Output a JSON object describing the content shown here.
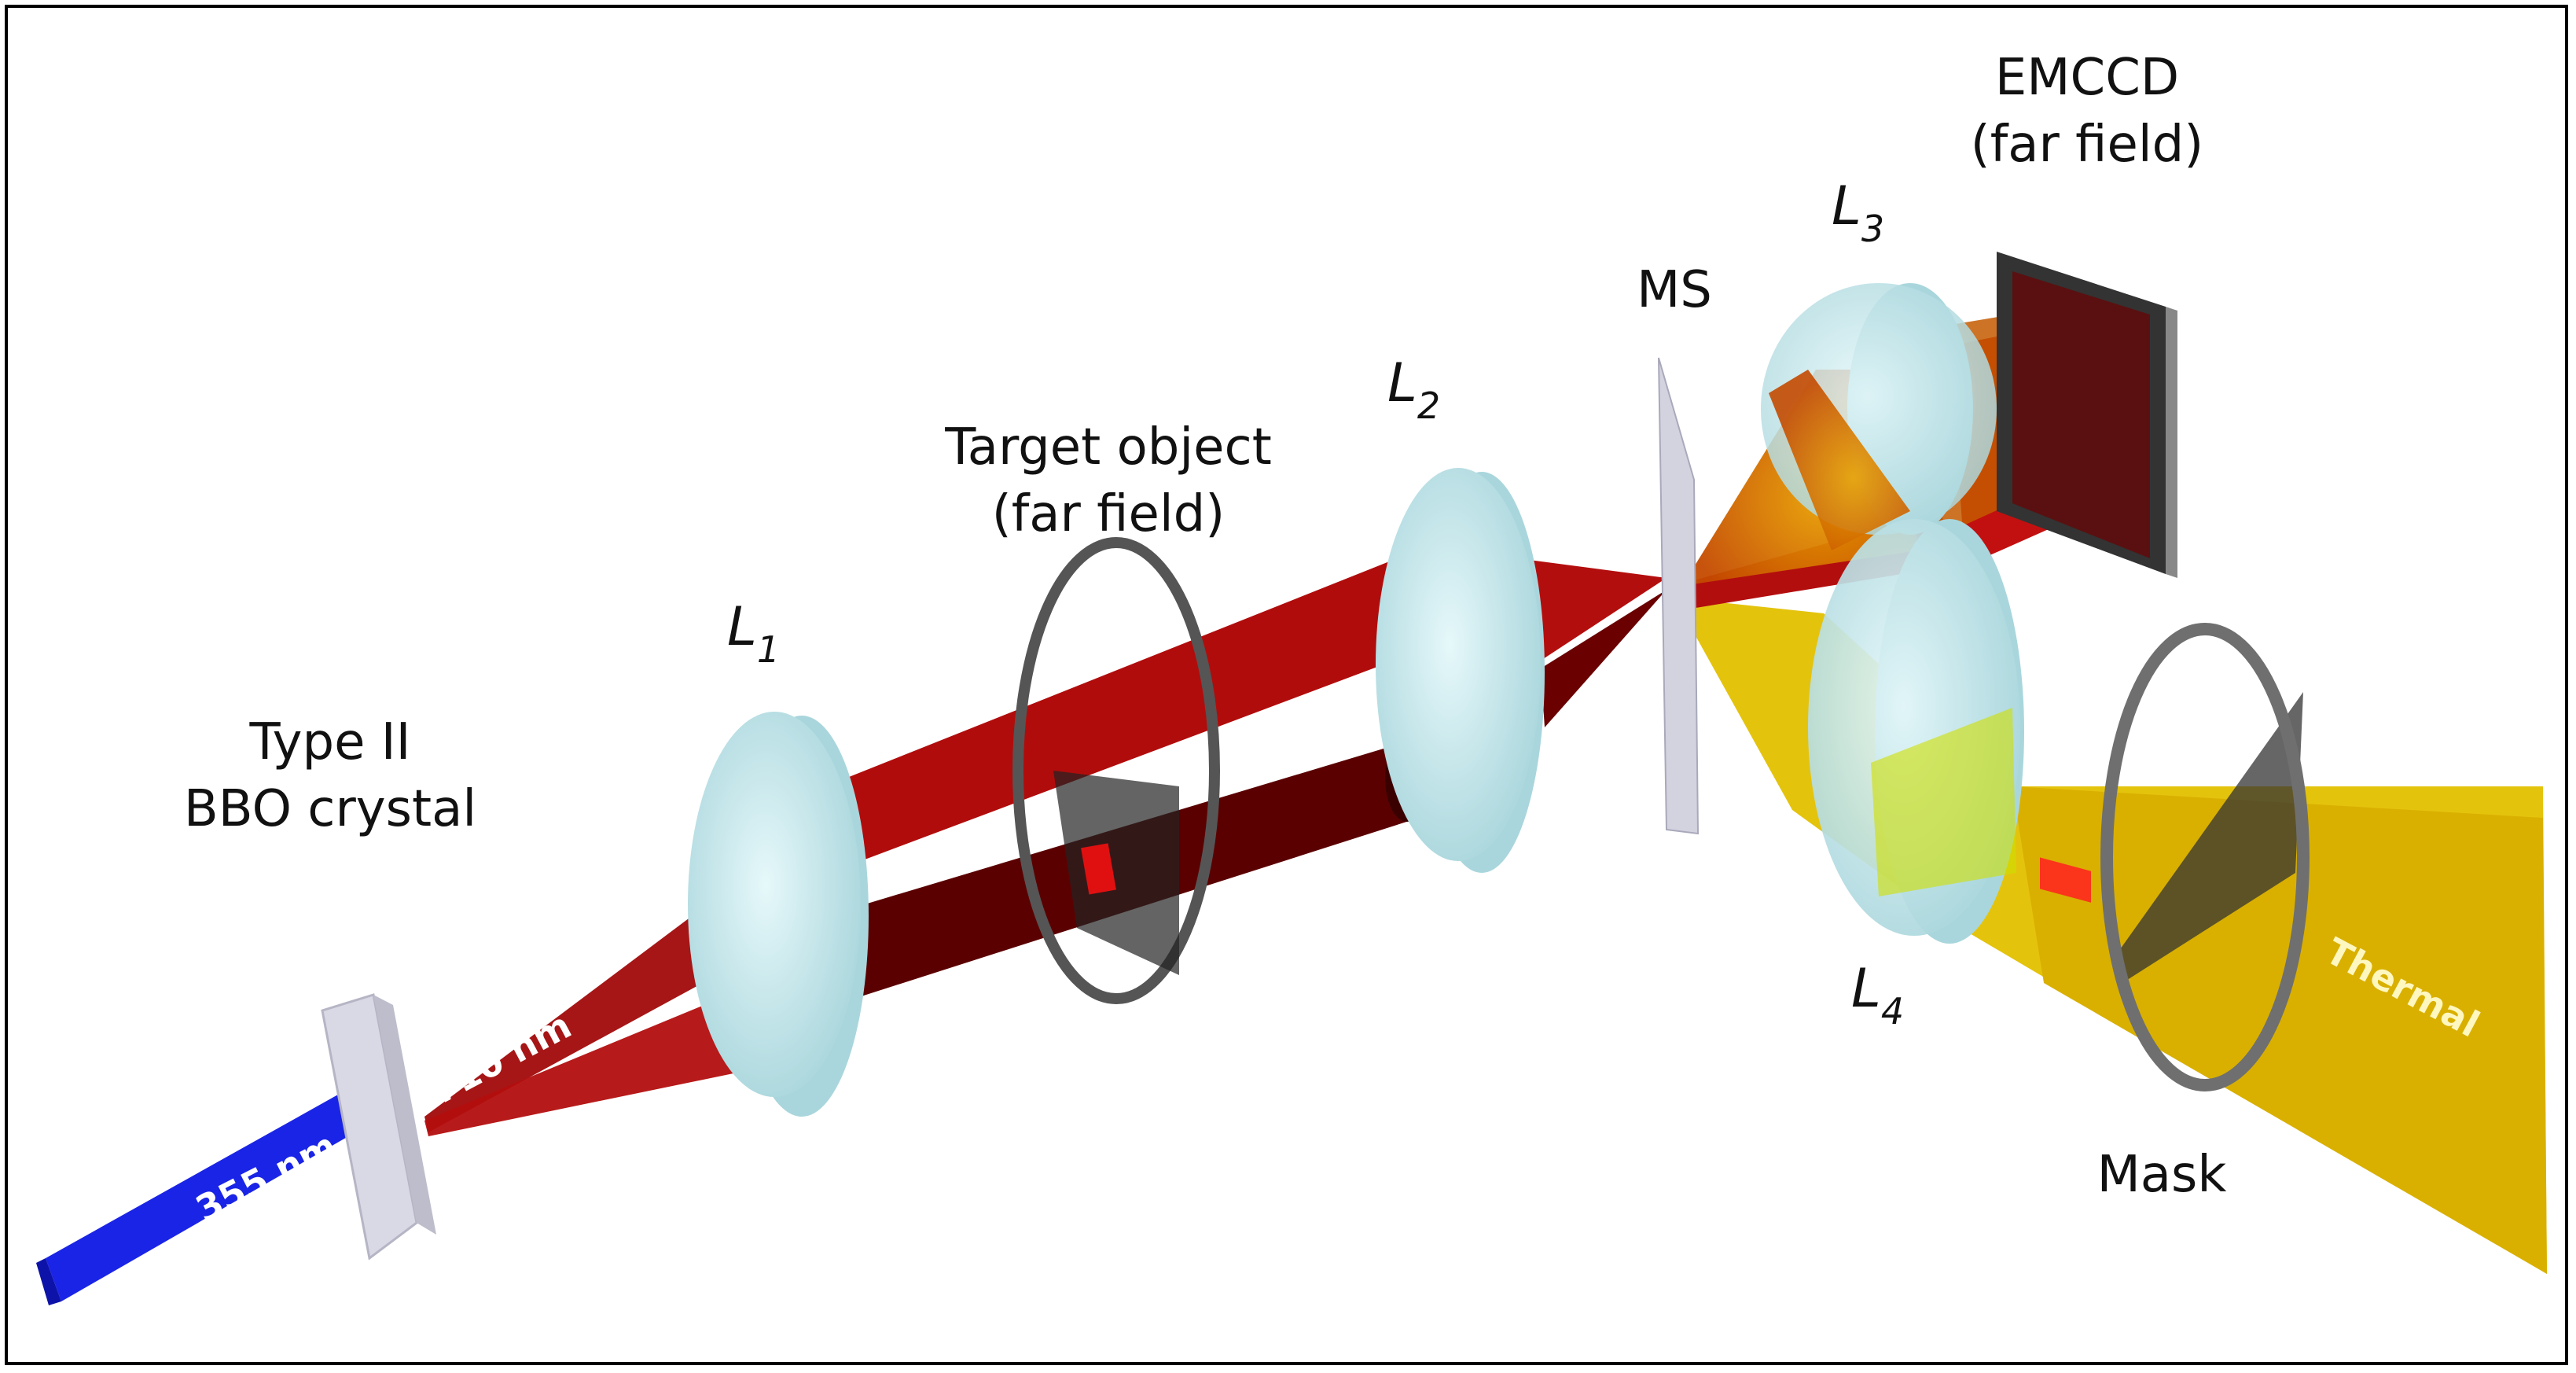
{
  "labels": {
    "crystal_line1": "Type II",
    "crystal_line2": "BBO crystal",
    "l1": "L",
    "l1_sub": "1",
    "target_line1": "Target object",
    "target_line2": "(far field)",
    "l2": "L",
    "l2_sub": "2",
    "ms": "MS",
    "l3": "L",
    "l3_sub": "3",
    "emccd_line1": "EMCCD",
    "emccd_line2": "(far field)",
    "l4": "L",
    "l4_sub": "4",
    "mask": "Mask",
    "pump": "355 nm",
    "signal": "710 nm",
    "thermal": "Thermal"
  },
  "colors": {
    "pump_beam": "#1a24e6",
    "red_beam": "#b00c0c",
    "yellow_beam": "#e8c000",
    "lens": "#cfeef2",
    "crystal": "#d9d9e6",
    "frame": "#000000"
  }
}
